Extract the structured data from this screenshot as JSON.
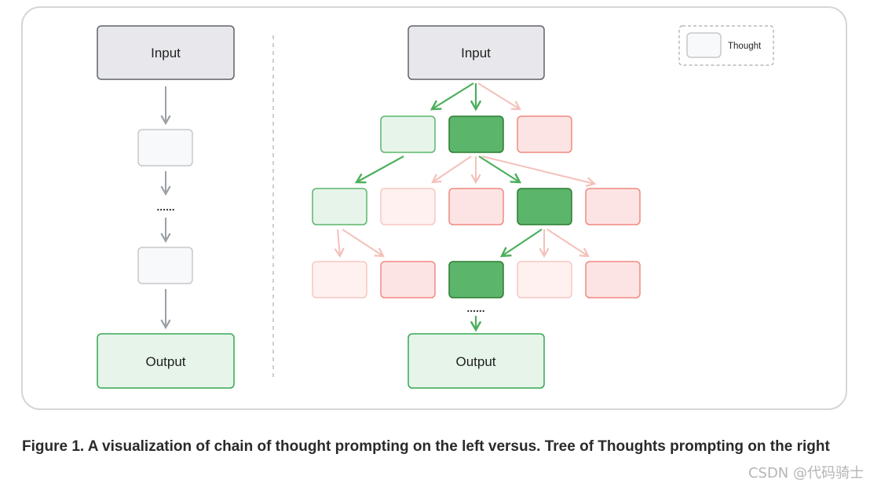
{
  "diagram": {
    "cot": {
      "input_label": "Input",
      "output_label": "Output",
      "ellipsis": "......"
    },
    "tot": {
      "input_label": "Input",
      "output_label": "Output",
      "ellipsis": "......"
    },
    "legend": {
      "label": "Thought"
    }
  },
  "colors": {
    "input_fill": "#e8e8ec",
    "input_stroke": "#5f6368",
    "output_fill": "#e6f4ea",
    "output_stroke": "#34a853",
    "thought_fill": "#f8f9fa",
    "thought_stroke": "#c8c8cc",
    "arrow_gray": "#9aa0a6",
    "green_dark_fill": "#5bb56b",
    "green_dark_stroke": "#2e7d32",
    "green_light_fill": "#e6f4ea",
    "green_light_stroke": "#5bb56b",
    "red_fill": "#fde4e4",
    "red_stroke": "#ef8a80",
    "red_faint_fill": "#fef1f0",
    "red_faint_stroke": "#f7c7c1",
    "arrow_green": "#4caf5d",
    "arrow_red": "#f4c1ba"
  },
  "caption": "Figure 1. A visualization of chain of thought prompting on the left versus. Tree of Thoughts prompting on the right",
  "watermark": "CSDN @代码骑士"
}
